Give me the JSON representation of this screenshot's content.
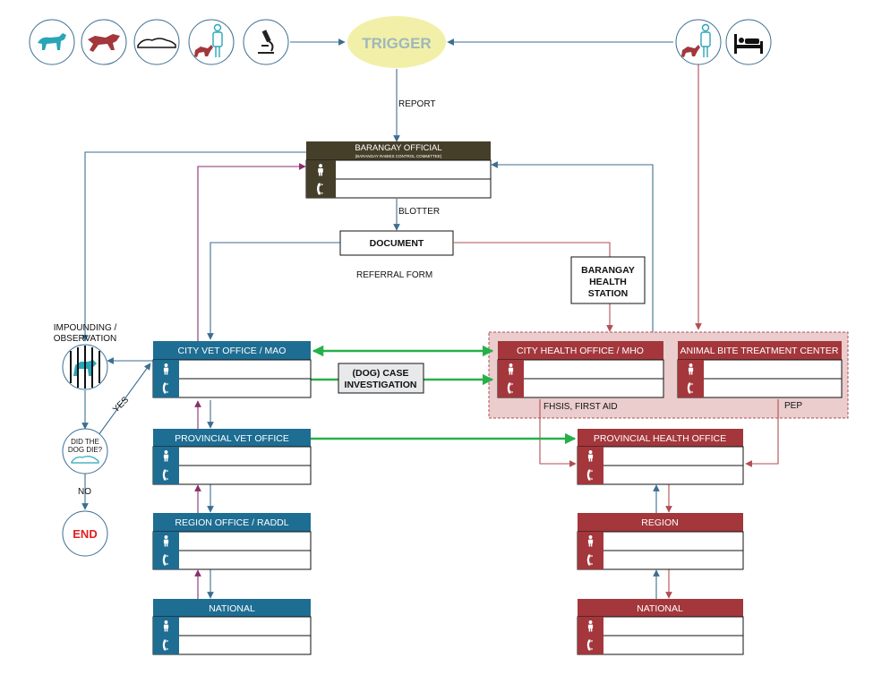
{
  "trigger": {
    "label": "TRIGGER"
  },
  "flow_labels": {
    "report": "REPORT",
    "blotter": "BLOTTER",
    "referral": "REFERRAL FORM",
    "yes": "YES",
    "no": "NO",
    "fhsis": "FHSIS, FIRST AID",
    "pep": "PEP"
  },
  "barangay": {
    "title": "BARANGAY OFFICIAL",
    "subtitle": "(BARANGAY RABIES CONTROL COMMITTEE)"
  },
  "document": {
    "label": "DOCUMENT"
  },
  "health_station": {
    "line1": "BARANGAY",
    "line2": "HEALTH",
    "line3": "STATION"
  },
  "case_investigation": {
    "line1": "(DOG) CASE",
    "line2": "INVESTIGATION"
  },
  "impounding": {
    "line1": "IMPOUNDING /",
    "line2": "OBSERVATION"
  },
  "dog_die": {
    "line1": "DID THE",
    "line2": "DOG DIE?"
  },
  "end": {
    "label": "END"
  },
  "vet_offices": [
    {
      "key": "city_vet",
      "title": "CITY VET OFFICE / MAO"
    },
    {
      "key": "prov_vet",
      "title": "PROVINCIAL VET OFFICE"
    },
    {
      "key": "region_vet",
      "title": "REGION OFFICE / RADDL"
    },
    {
      "key": "national_vet",
      "title": "NATIONAL"
    }
  ],
  "health_offices": [
    {
      "key": "city_health",
      "title": "CITY HEALTH OFFICE / MHO"
    },
    {
      "key": "abtc",
      "title": "ANIMAL BITE TREATMENT CENTER"
    },
    {
      "key": "prov_health",
      "title": "PROVINCIAL HEALTH OFFICE"
    },
    {
      "key": "region_health",
      "title": "REGION"
    },
    {
      "key": "national_health",
      "title": "NATIONAL"
    }
  ],
  "icons": {
    "trigger_left": [
      "dog-icon",
      "biting-dog-icon",
      "dead-dog-icon",
      "bitten-person-icon",
      "microscope-icon"
    ],
    "trigger_right": [
      "bitten-person-icon",
      "hospital-bed-icon"
    ],
    "contact_rows": [
      "person-icon",
      "phone-icon"
    ]
  },
  "colors": {
    "vet_blue": "#1e6d92",
    "health_red": "#a3373c",
    "barangay_olive": "#453f2a",
    "trigger_yellow": "#f2f0a8",
    "trigger_text": "#9fb7bd",
    "green_arrow": "#27b04a",
    "blue_line": "#3c6e92",
    "red_line": "#b24e52",
    "purple_line": "#8a2e6c",
    "health_region_bg": "#ebcdcd",
    "end_red": "#e02020"
  }
}
